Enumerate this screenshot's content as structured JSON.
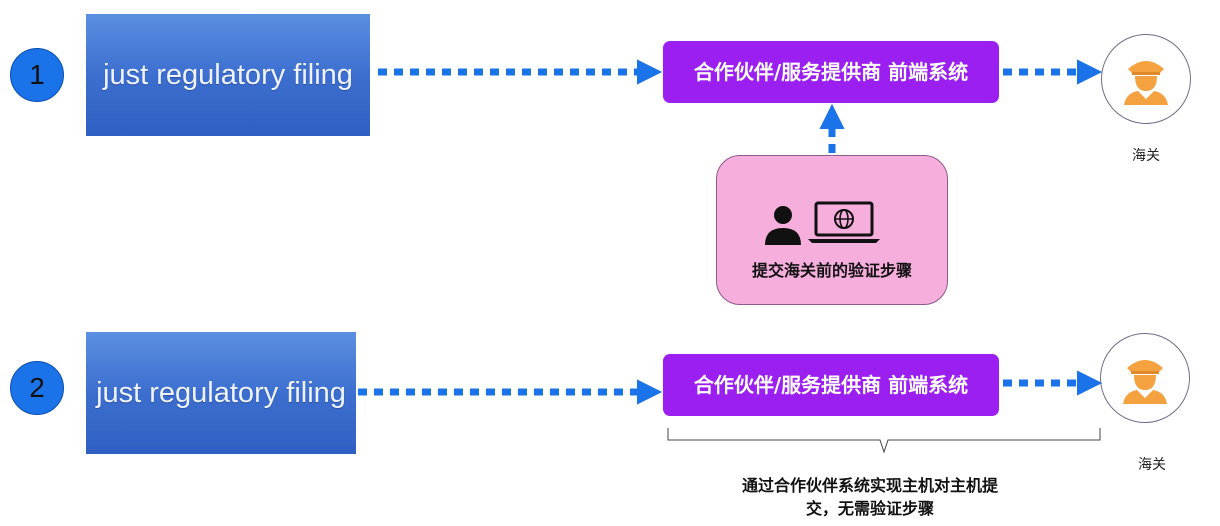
{
  "row1": {
    "step": "1",
    "filing_label": "just regulatory filing",
    "partner_label": "合作伙伴/服务提供商 前端系统",
    "customs_label": "海关",
    "verify_label": "提交海关前的验证步骤"
  },
  "row2": {
    "step": "2",
    "filing_label": "just regulatory filing",
    "partner_label": "合作伙伴/服务提供商 前端系统",
    "customs_label": "海关",
    "note_line1": "通过合作伙伴系统实现主机对主机提",
    "note_line2": "交，无需验证步骤"
  },
  "colors": {
    "step_circle": "#1a73e8",
    "filing_box": "#3d6fd0",
    "partner_box": "#9b1ff0",
    "verify_box": "#f6aedc",
    "arrow": "#1a73e8",
    "officer_icon": "#f4a23f"
  },
  "icons": [
    "person-icon",
    "laptop-globe-icon",
    "customs-officer-icon"
  ]
}
